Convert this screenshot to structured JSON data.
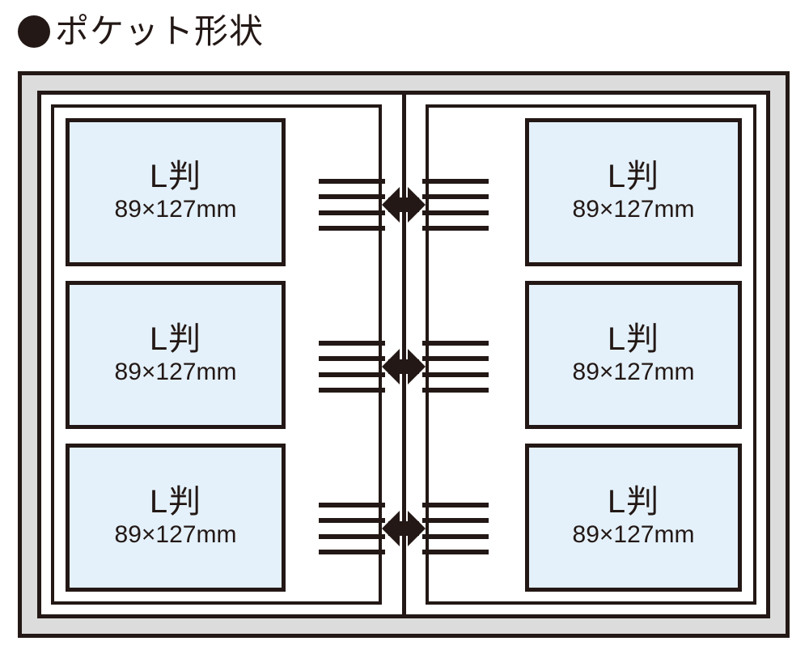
{
  "title": {
    "bullet_icon": "filled-circle-bullet",
    "text": "ポケット形状"
  },
  "diagram": {
    "name": "photo-album-pocket-layout",
    "colors": {
      "outline": "#231815",
      "pocket_fill": "#e4f1fb",
      "frame_band": "#dcdcdc",
      "page_background": "#ffffff"
    },
    "spine_name": "album-spine",
    "halves": [
      {
        "side": "left",
        "pockets": [
          {
            "size_label": "L判",
            "dimensions": "89×127mm"
          },
          {
            "size_label": "L判",
            "dimensions": "89×127mm"
          },
          {
            "size_label": "L判",
            "dimensions": "89×127mm"
          }
        ],
        "insertion_arrows": [
          {
            "direction": "left",
            "icon": "arrow-left-icon",
            "guide_lines": 4
          },
          {
            "direction": "left",
            "icon": "arrow-left-icon",
            "guide_lines": 4
          },
          {
            "direction": "left",
            "icon": "arrow-left-icon",
            "guide_lines": 4
          }
        ]
      },
      {
        "side": "right",
        "pockets": [
          {
            "size_label": "L判",
            "dimensions": "89×127mm"
          },
          {
            "size_label": "L判",
            "dimensions": "89×127mm"
          },
          {
            "size_label": "L判",
            "dimensions": "89×127mm"
          }
        ],
        "insertion_arrows": [
          {
            "direction": "right",
            "icon": "arrow-right-icon",
            "guide_lines": 4
          },
          {
            "direction": "right",
            "icon": "arrow-right-icon",
            "guide_lines": 4
          },
          {
            "direction": "right",
            "icon": "arrow-right-icon",
            "guide_lines": 4
          }
        ]
      }
    ]
  }
}
